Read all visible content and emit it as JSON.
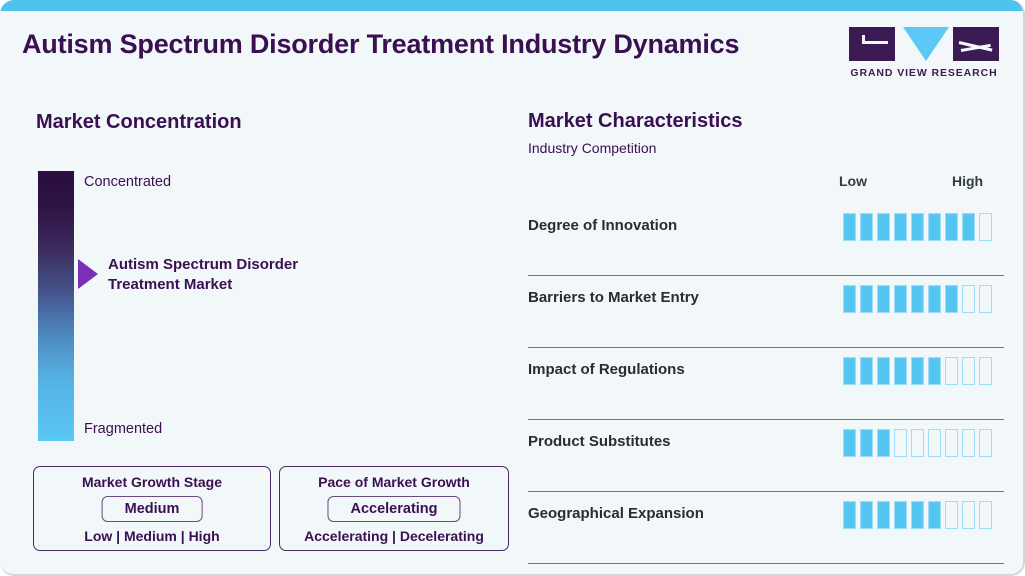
{
  "header": {
    "title": "Autism Spectrum Disorder Treatment Industry Dynamics",
    "logo_text": "GRAND VIEW RESEARCH"
  },
  "colors": {
    "background": "#f2f7fa",
    "top_strip": "#4ec3f0",
    "title_purple": "#3a1050",
    "accent_blue": "#55c6f2",
    "segment_outline": "#9fdcf7",
    "marker_purple": "#7b2fb5",
    "gradient_top": "#2b0d3f",
    "gradient_bottom": "#5bc8f5"
  },
  "market_concentration": {
    "title": "Market Concentration",
    "scale_top_label": "Concentrated",
    "scale_bottom_label": "Fragmented",
    "marker_label": "Autism Spectrum Disorder Treatment Market",
    "marker_position_pct": 38
  },
  "growth_stage_box": {
    "title": "Market Growth Stage",
    "value": "Medium",
    "scale": "Low | Medium | High",
    "options": [
      "Low",
      "Medium",
      "High"
    ]
  },
  "growth_pace_box": {
    "title": "Pace of Market Growth",
    "value": "Accelerating",
    "scale": "Accelerating | Decelerating",
    "options": [
      "Accelerating",
      "Decelerating"
    ]
  },
  "market_characteristics": {
    "title": "Market Characteristics",
    "subtitle": "Industry Competition",
    "scale_low_label": "Low",
    "scale_high_label": "High"
  },
  "chart_data": {
    "type": "bar",
    "title": "Market Characteristics",
    "subtitle": "Industry Competition",
    "xlabel": "",
    "ylabel": "",
    "scale_labels": [
      "Low",
      "High"
    ],
    "segments_total": 9,
    "categories": [
      "Degree of Innovation",
      "Barriers to Market Entry",
      "Impact of Regulations",
      "Product Substitutes",
      "Geographical Expansion"
    ],
    "values": [
      8,
      7,
      6,
      3,
      6
    ],
    "ylim": [
      0,
      9
    ],
    "grid": false,
    "legend": "none"
  }
}
